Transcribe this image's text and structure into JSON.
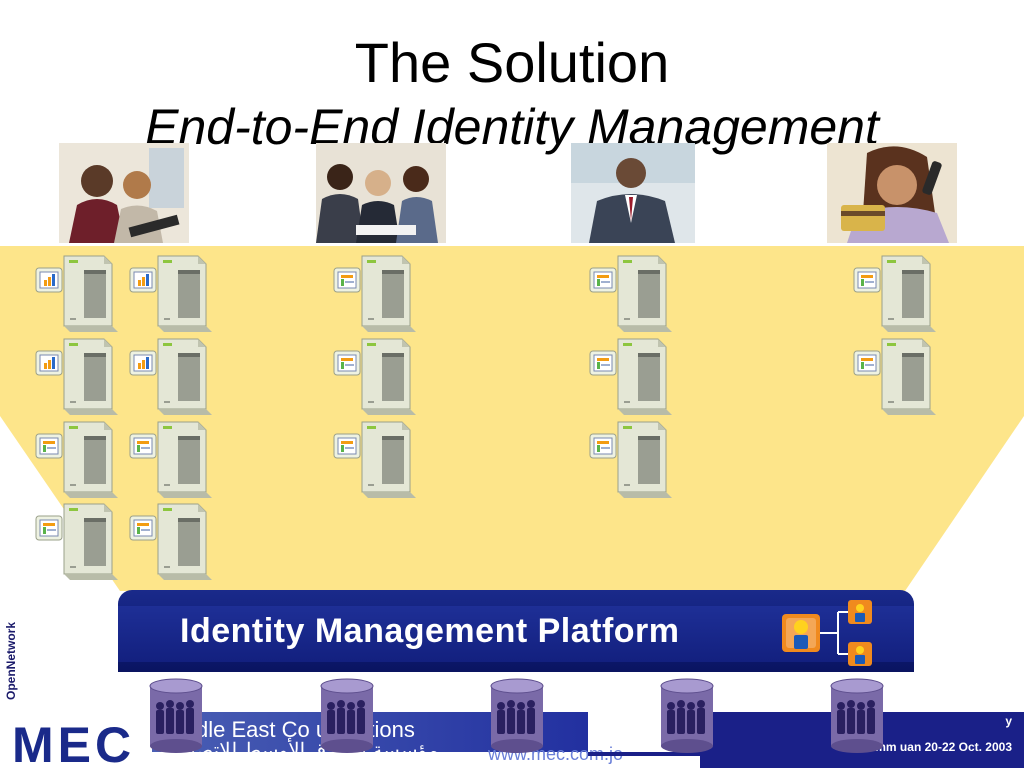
{
  "slide": {
    "title": "The Solution",
    "subtitle": "End-to-End Identity Management",
    "platform_label": "Identity Management Platform",
    "side_brand": "OpenNetwork",
    "footer": {
      "logo": "MEC",
      "org_name_en": "dle East Co  unications",
      "org_name_ar": "مؤسسة الشرق الأوسط للإتصالات",
      "url": "www.mec.com.jo",
      "event_line1": "y",
      "event_line2": "Amm     uan 20-22 Oct. 2003"
    }
  },
  "colors": {
    "funnel_fill": "#fde58a",
    "platform_blue": "#13207f",
    "footer_blue": "#1a2088",
    "logo_blue": "#1a2a8a",
    "db_purple": "#7a6aa8"
  },
  "icons": {
    "photos": [
      "business-team-photo",
      "meeting-photo",
      "executive-photo",
      "customer-phone-card-photo"
    ],
    "server": "server-with-app-window-icon",
    "platform_icon": "user-directory-tree-icon",
    "database": "user-database-cylinder-icon"
  }
}
